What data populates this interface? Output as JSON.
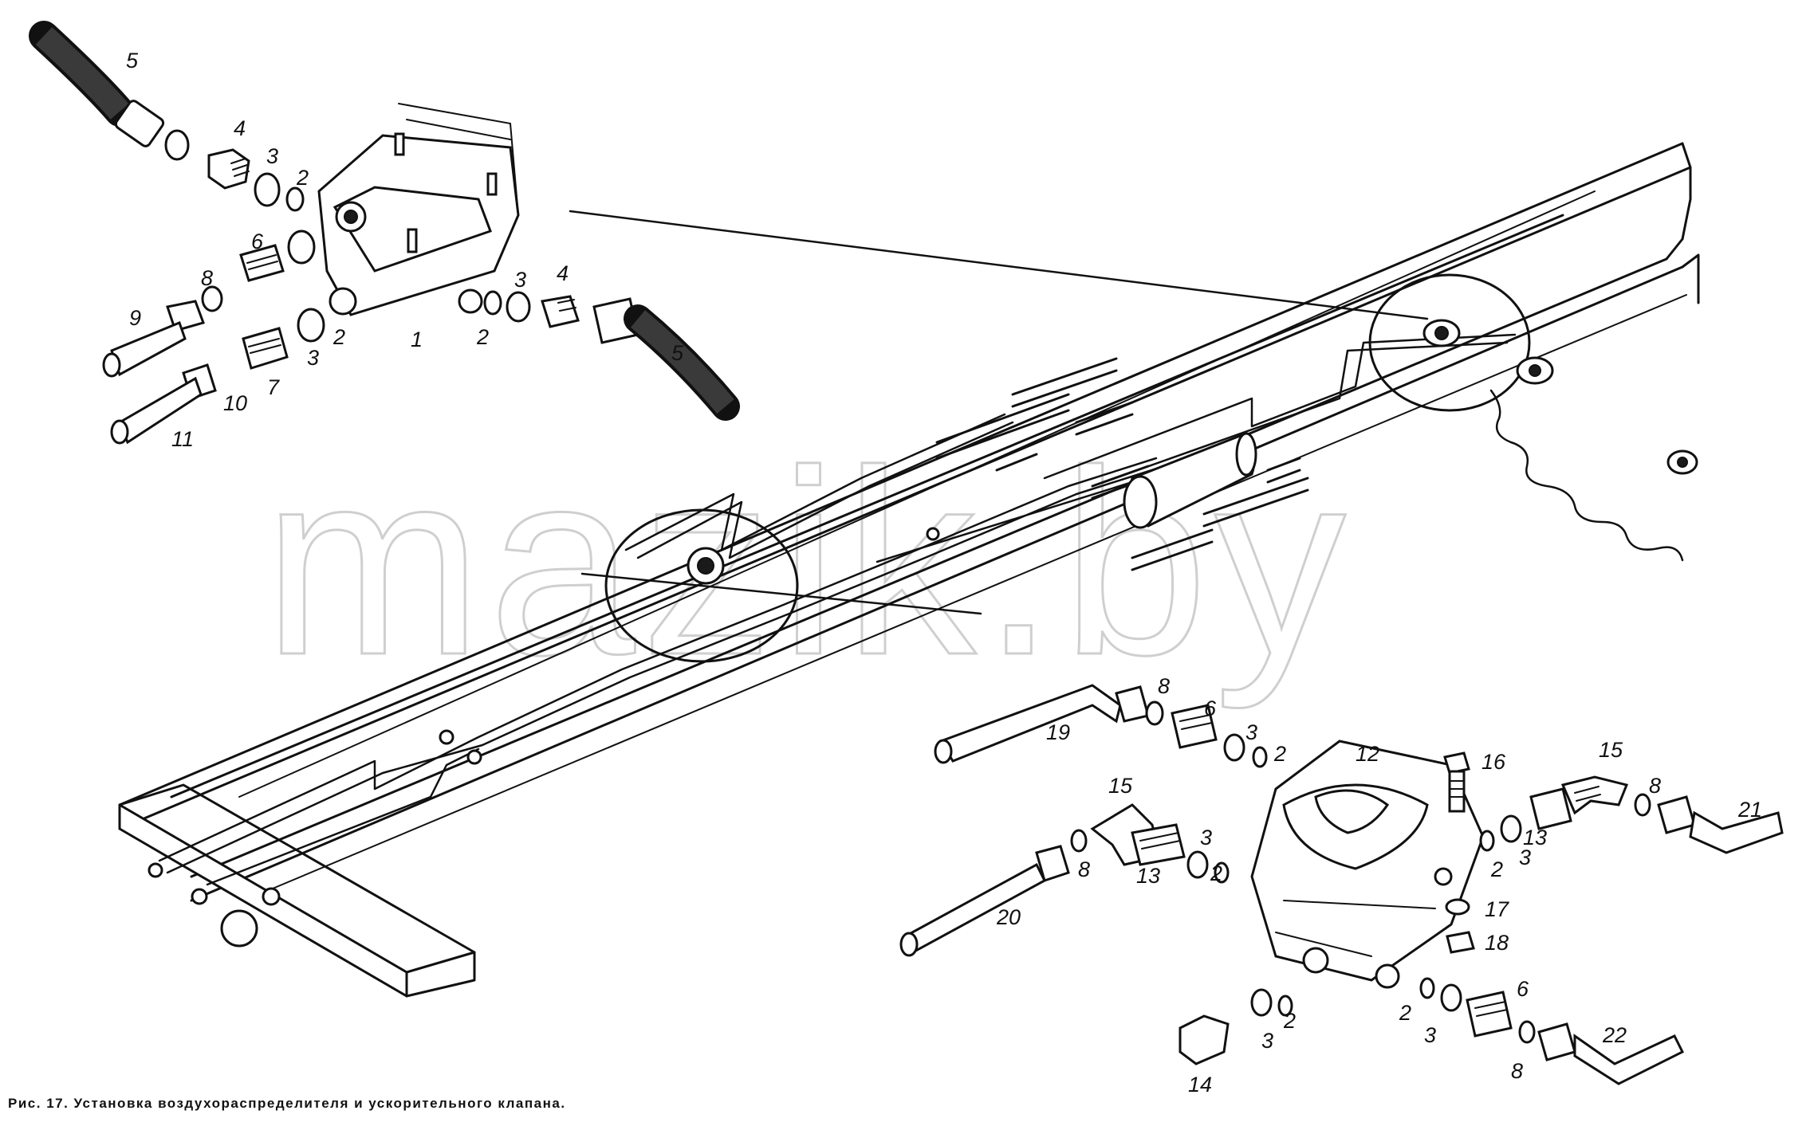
{
  "caption": "Рис. 17. Установка воздухораспределителя и ускорительного клапана.",
  "watermark": "mazik.by",
  "labels": {
    "a1": "1",
    "a2_1": "2",
    "a2_2": "2",
    "a2_3": "2",
    "a3_1": "3",
    "a3_2": "3",
    "a3_3": "3",
    "a4_1": "4",
    "a4_2": "4",
    "a5_1": "5",
    "a5_2": "5",
    "a6": "6",
    "a7": "7",
    "a8": "8",
    "a9": "9",
    "a10": "10",
    "a11": "11",
    "b2_1": "2",
    "b2_2": "2",
    "b2_3": "2",
    "b2_4": "2",
    "b2_5": "2",
    "b3_1": "3",
    "b3_2": "3",
    "b3_3": "3",
    "b3_4": "3",
    "b3_5": "3",
    "b6_1": "6",
    "b6_2": "6",
    "b8_1": "8",
    "b8_2": "8",
    "b8_3": "8",
    "b8_4": "8",
    "b12": "12",
    "b13_1": "13",
    "b13_2": "13",
    "b14": "14",
    "b15_1": "15",
    "b15_2": "15",
    "b16": "16",
    "b17": "17",
    "b18": "18",
    "b19": "19",
    "b20": "20",
    "b21": "21",
    "b22": "22"
  }
}
